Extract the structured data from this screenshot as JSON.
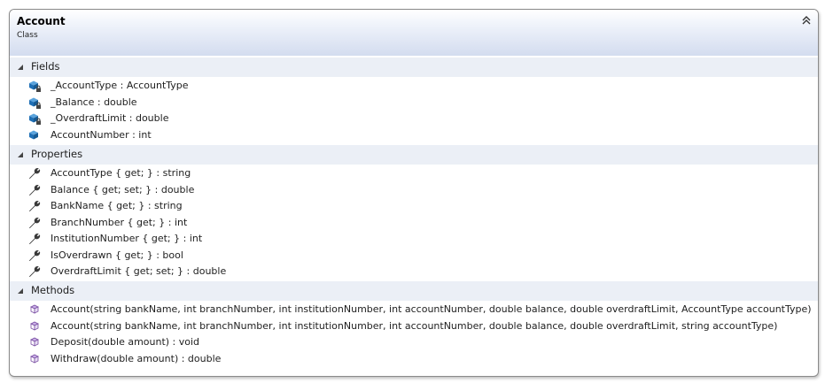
{
  "class": {
    "name": "Account",
    "stereotype": "Class"
  },
  "fields": {
    "title": "Fields",
    "items": [
      {
        "text": "_AccountType : AccountType",
        "icon": "private-field-icon"
      },
      {
        "text": "_Balance : double",
        "icon": "private-field-icon"
      },
      {
        "text": "_OverdraftLimit : double",
        "icon": "private-field-icon"
      },
      {
        "text": "AccountNumber : int",
        "icon": "public-field-icon"
      }
    ]
  },
  "properties": {
    "title": "Properties",
    "items": [
      {
        "text": "AccountType { get; } : string",
        "icon": "property-wrench-icon"
      },
      {
        "text": "Balance { get; set; } : double",
        "icon": "property-wrench-icon"
      },
      {
        "text": "BankName { get; } : string",
        "icon": "property-wrench-icon"
      },
      {
        "text": "BranchNumber { get; } : int",
        "icon": "property-wrench-icon"
      },
      {
        "text": "InstitutionNumber { get; } : int",
        "icon": "property-wrench-icon"
      },
      {
        "text": "IsOverdrawn { get; } : bool",
        "icon": "property-wrench-icon"
      },
      {
        "text": "OverdraftLimit { get; set; } : double",
        "icon": "property-wrench-icon"
      }
    ]
  },
  "methods": {
    "title": "Methods",
    "items": [
      {
        "text": "Account(string bankName, int branchNumber, int institutionNumber, int accountNumber, double balance, double overdraftLimit, AccountType accountType)",
        "icon": "method-cube-icon"
      },
      {
        "text": "Account(string bankName, int branchNumber, int institutionNumber, int accountNumber, double balance, double overdraftLimit, string accountType)",
        "icon": "method-cube-icon"
      },
      {
        "text": "Deposit(double amount) : void",
        "icon": "method-cube-icon"
      },
      {
        "text": "Withdraw(double amount) : double",
        "icon": "method-cube-icon"
      }
    ]
  },
  "colors": {
    "header_gradient_bottom": "#d3dcef",
    "compartment_bg": "#ebeff6",
    "field_icon": "#1f6fb5",
    "method_icon": "#7a4fa3",
    "wrench_icon": "#3a3a3a"
  }
}
